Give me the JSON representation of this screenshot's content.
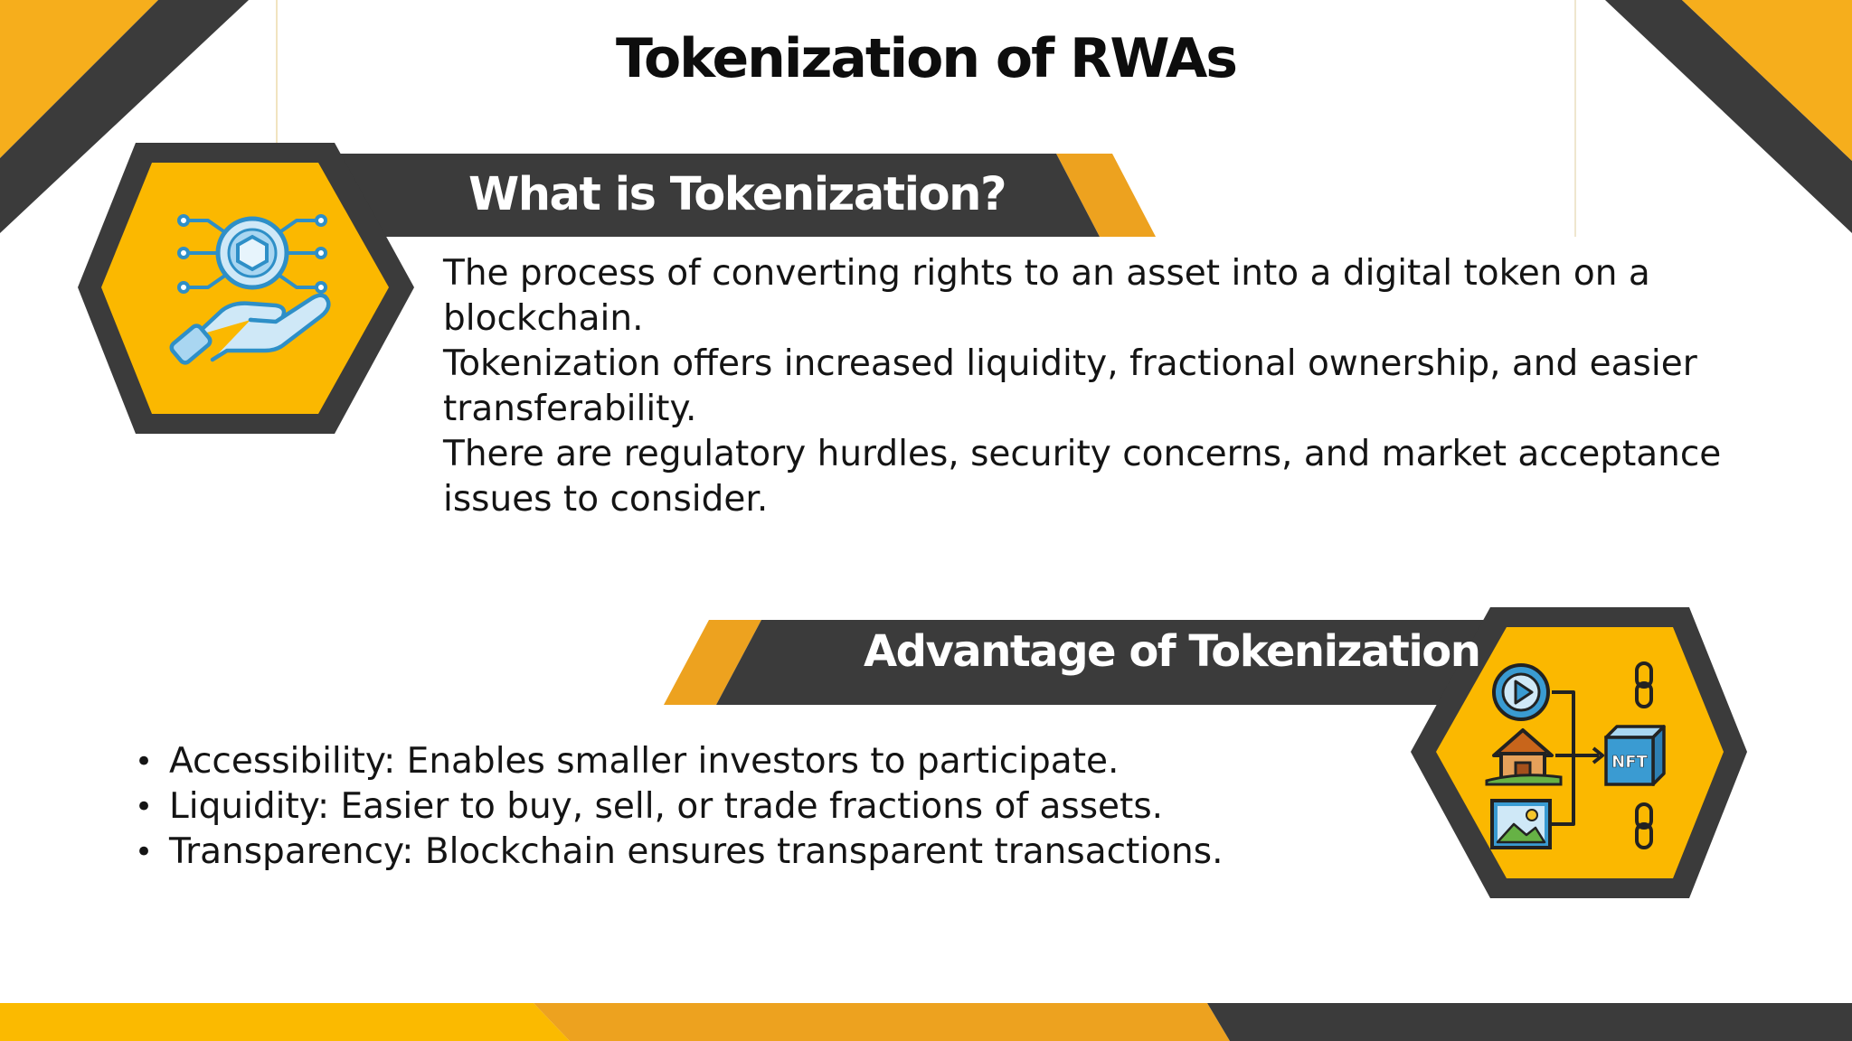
{
  "title": "Tokenization of RWAs",
  "colors": {
    "dark": "#3a3a3a",
    "yellow": "#fbb800",
    "orange": "#eda21f",
    "icon_blue": "#3a9bd2",
    "icon_light_blue": "#c4e3f5"
  },
  "section_what": {
    "heading": "What is Tokenization?",
    "icon": "token-hand-icon",
    "paragraphs": [
      "The process of converting rights to an asset into a digital token on a blockchain.",
      "Tokenization offers increased liquidity, fractional ownership, and easier transferability.",
      "There are regulatory hurdles, security concerns, and market acceptance issues to consider."
    ]
  },
  "section_advantage": {
    "heading": "Advantage of Tokenization",
    "icon": "nft-asset-icon",
    "icon_text": "NFT",
    "bullets": [
      "Accessibility: Enables smaller investors to participate.",
      "Liquidity: Easier to buy, sell, or trade fractions of assets.",
      "Transparency: Blockchain ensures transparent transactions."
    ]
  }
}
